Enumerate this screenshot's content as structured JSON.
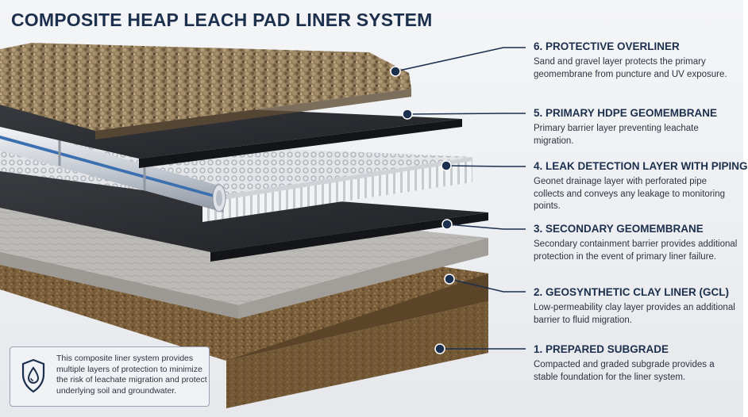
{
  "title": "COMPOSITE HEAP LEACH PAD LINER SYSTEM",
  "layers": [
    {
      "heading": "6. PROTECTIVE OVERLINER",
      "description": "Sand and gravel layer protects the primary geomembrane from puncture and UV exposure."
    },
    {
      "heading": "5. PRIMARY HDPE GEOMEMBRANE",
      "description": "Primary barrier layer preventing leachate migration."
    },
    {
      "heading": "4. LEAK DETECTION LAYER WITH PIPING",
      "description": "Geonet drainage layer with perforated pipe collects and conveys any leakage to monitoring points."
    },
    {
      "heading": "3. SECONDARY GEOMEMBRANE",
      "description": "Secondary containment barrier provides additional protection in the event of primary liner failure."
    },
    {
      "heading": "2. GEOSYNTHETIC CLAY LINER (GCL)",
      "description": "Low-permeability clay layer provides an additional barrier to fluid migration."
    },
    {
      "heading": "1. PREPARED SUBGRADE",
      "description": "Compacted and graded subgrade provides a stable foundation for the liner system."
    }
  ],
  "info_box": {
    "text": "This composite liner system provides multiple layers of protection to minimize the risk of leachate migration and protect underlying soil and groundwater.",
    "icon": "shield-droplet-icon"
  },
  "colors": {
    "heading": "#1c2f4d",
    "leader": "#1c2f4d",
    "overliner": "#8a7556",
    "geomembrane": "#2b2d31",
    "geonet": "#d9dbde",
    "pipe": "#c9ced6",
    "pipe_stripe": "#3b6fb0",
    "gcl": "#b9b7b3",
    "subgrade": "#7a5e3a"
  }
}
